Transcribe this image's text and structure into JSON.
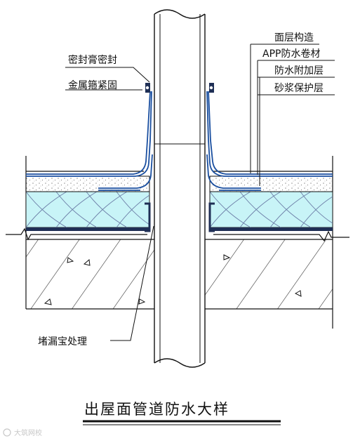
{
  "labels": {
    "left": {
      "sealant": "密封膏密封",
      "clamp": "金属箍紧固",
      "plug": "堵漏宝处理"
    },
    "right": {
      "surface": "面层构造",
      "membrane": "APP防水卷材",
      "additional": "防水附加层",
      "mortar": "砂浆保护层"
    }
  },
  "title": "出屋面管道防水大样",
  "watermark": "大筑网校",
  "colors": {
    "line": "#111111",
    "membrane": "#1a4fa0",
    "insulation_fill": "#c8f4f7",
    "insulation_line": "#6d7fa8"
  }
}
